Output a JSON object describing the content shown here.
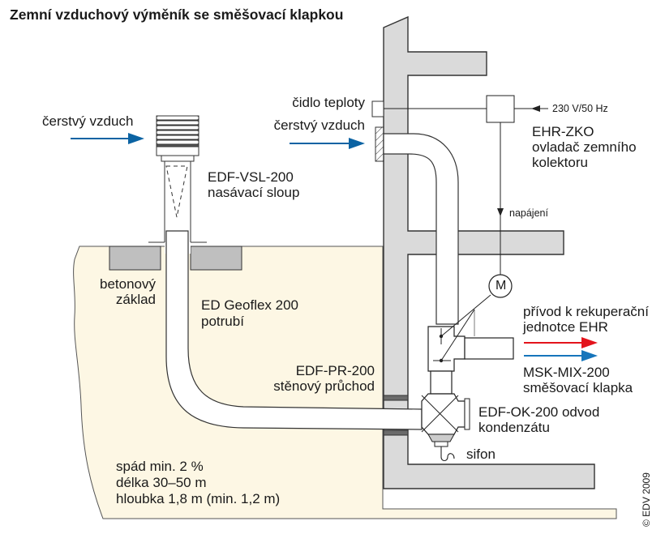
{
  "title": "Zemní vzduchový výměník se směšovací klapkou",
  "colors": {
    "soil": "#fdf7e4",
    "wall": "#dadada",
    "concrete": "#bfbfbf",
    "seal": "#6b6b6b",
    "line": "#222222",
    "fresh_air_arrow": "#0b63a3",
    "warm_arrow": "#e3141c",
    "cool_arrow": "#1675bb"
  },
  "labels": {
    "fresh_air_left": "čerstvý vzduch",
    "intake_column_code": "EDF-VSL-200",
    "intake_column_name": "nasávací sloup",
    "temp_sensor": "čidlo teploty",
    "fresh_air_right": "čerstvý vzduch",
    "power_supply": "230 V/50 Hz",
    "controller_code": "EHR-ZKO",
    "controller_name_1": "ovladač zemního",
    "controller_name_2": "kolektoru",
    "power_feed": "napájení",
    "motor": "M",
    "concrete_base_1": "betonový",
    "concrete_base_2": "základ",
    "pipe_code": "ED Geoflex 200",
    "pipe_name": "potrubí",
    "supply_to_recuperator_1": "přívod k rekuperační",
    "supply_to_recuperator_2": "jednotce EHR",
    "mixing_damper_code": "MSK-MIX-200",
    "mixing_damper_name": "směšovací klapka",
    "wall_passage_code": "EDF-PR-200",
    "wall_passage_name": "stěnový průchod",
    "condensate_1": "EDF-OK-200 odvod",
    "condensate_2": "kondenzátu",
    "siphon": "sifon",
    "slope": "spád min. 2 %",
    "length": "délka 30–50 m",
    "depth": "hloubka 1,8 m (min. 1,2 m)"
  },
  "copyright": "© EDV 2009"
}
